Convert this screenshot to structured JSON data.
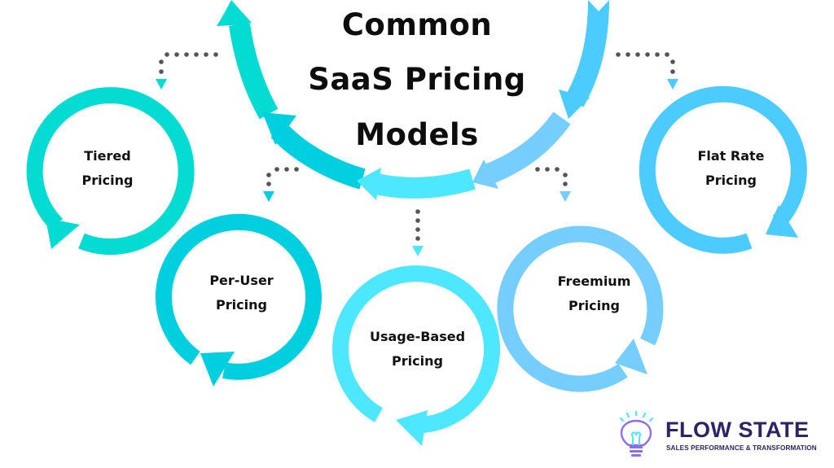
{
  "title": {
    "line1": "Common",
    "line2": "SaaS Pricing",
    "line3": "Models"
  },
  "colors": {
    "teal": "#03DBD3",
    "cyan": "#00CFE0",
    "light_cyan": "#4DE8FF",
    "light_blue": "#75CEFF",
    "sky_blue": "#4CCBFF",
    "connector_dots": "#555555",
    "text": "#111111",
    "brand_purple": "#2E2366",
    "bulb_purple": "#8E6CF0"
  },
  "models": [
    {
      "line1": "Tiered",
      "line2": "Pricing",
      "color": "#03DBD3"
    },
    {
      "line1": "Per-User",
      "line2": "Pricing",
      "color": "#00CFE0"
    },
    {
      "line1": "Usage-Based",
      "line2": "Pricing",
      "color": "#4DE8FF"
    },
    {
      "line1": "Freemium",
      "line2": "Pricing",
      "color": "#75CEFF"
    },
    {
      "line1": "Flat Rate",
      "line2": "Pricing",
      "color": "#4CCBFF"
    }
  ],
  "logo": {
    "name": "FLOW STATE",
    "tagline": "SALES PERFORMANCE & TRANSFORMATION",
    "icon": "lightbulb-icon"
  }
}
